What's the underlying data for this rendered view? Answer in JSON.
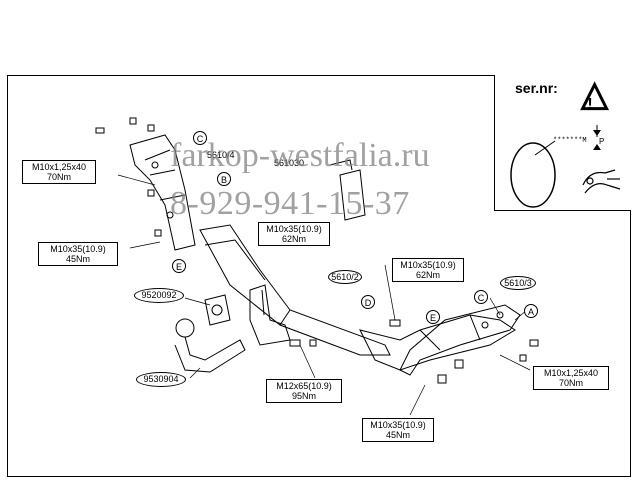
{
  "header": {
    "serial_label": "ser.nr:"
  },
  "watermark": {
    "site": "farkop-westfalia.ru",
    "phone": "8-929-941-15-37"
  },
  "torque_labels": {
    "top_left": {
      "bolt": "M10x1,25x40",
      "torque": "70Nm"
    },
    "mid_left": {
      "bolt": "M10x35(10.9)",
      "torque": "45Nm"
    },
    "center_top": {
      "bolt": "M10x35(10.9)",
      "torque": "62Nm"
    },
    "right_top": {
      "bolt": "M10x35(10.9)",
      "torque": "62Nm"
    },
    "right_bottom": {
      "bolt": "M10x1,25x40",
      "torque": "70Nm"
    },
    "bottom_center": {
      "bolt": "M12x65(10.9)",
      "torque": "95Nm"
    },
    "bottom_right": {
      "bolt": "M10x35(10.9)",
      "torque": "45Nm"
    }
  },
  "part_numbers": {
    "bracket_left": "5610/4",
    "center_bar": "561030",
    "beam": "5610/2",
    "bracket_right": "5610/3",
    "socket": "9520092",
    "ball": "9530904"
  },
  "letters": {
    "c_left": "C",
    "b_left": "B",
    "e_left": "E",
    "d_center": "D",
    "e_right": "E",
    "c_right": "C",
    "a_right": "A"
  },
  "plate": {
    "serial_placeholder": "*******M",
    "p_label": "P"
  },
  "colors": {
    "lines": "#000000",
    "watermark": "#8a8a8a",
    "background": "#ffffff"
  }
}
